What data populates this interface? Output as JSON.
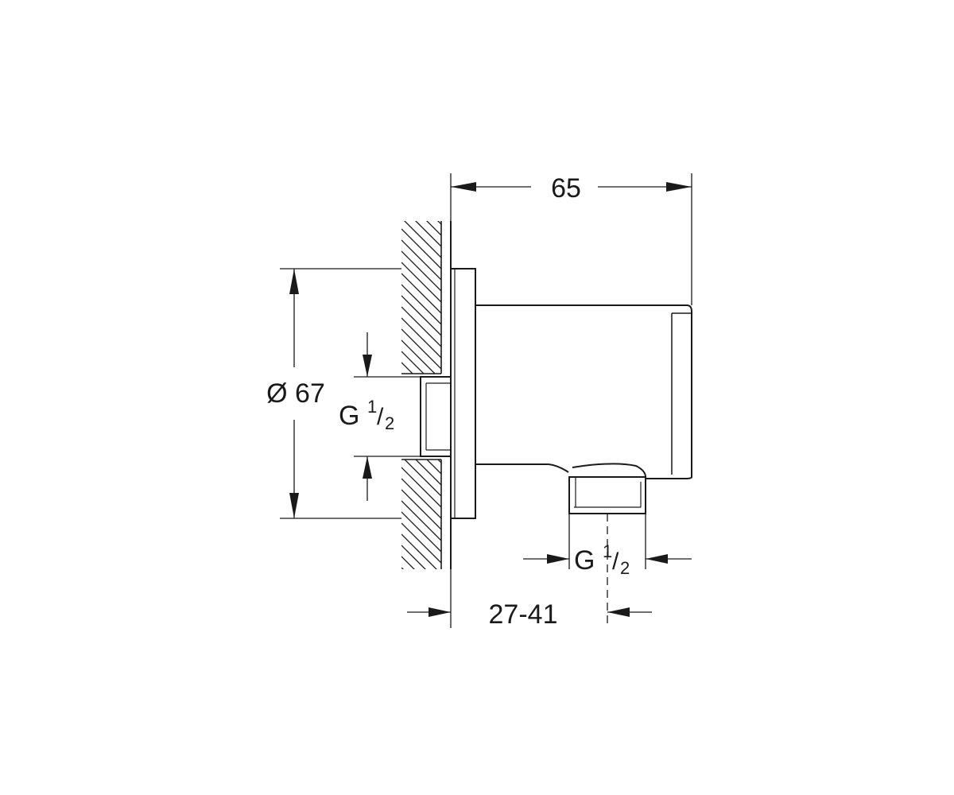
{
  "drawing": {
    "subject": "wall-mounted shower outlet elbow",
    "line_color": "#1a1a1a",
    "dimensions": {
      "depth": "65",
      "diameter_symbol": "Ø",
      "diameter_value": "67",
      "inlet_thread": {
        "letter": "G",
        "numerator": "1",
        "slash": "/",
        "denominator": "2"
      },
      "outlet_thread": {
        "letter": "G",
        "numerator": "1",
        "slash": "/",
        "denominator": "2"
      },
      "wall_offset": "27-41"
    }
  }
}
